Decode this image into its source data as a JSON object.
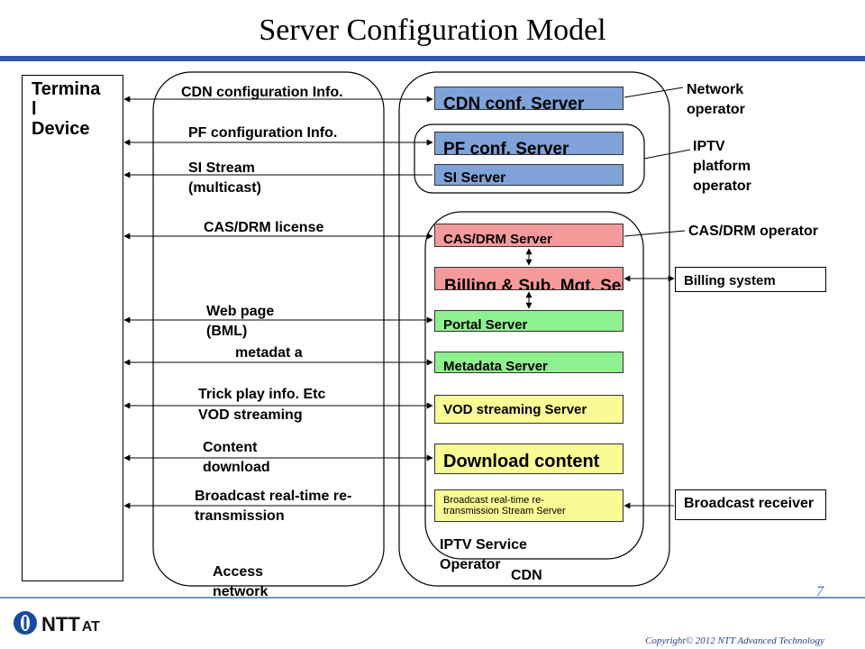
{
  "title": "Server Configuration Model",
  "terminal": {
    "line1": "Termina",
    "line2": "l",
    "line3": "Device"
  },
  "regions": {
    "access_network": "Access network",
    "cdn": "CDN",
    "iptv_service_operator": "IPTV Service Operator"
  },
  "flows": {
    "cdn_config": "CDN configuration Info.",
    "pf_config": "PF configuration Info.",
    "si_stream": "SI  Stream (multicast)",
    "cas_drm_license": "CAS/DRM license",
    "web_page": "Web page (BML)",
    "metadata": "metadat a",
    "trick_play": "Trick play info. Etc",
    "vod_streaming": "VOD streaming",
    "content_download": "Content download",
    "broadcast_retrans": "Broadcast real-time re-transmission"
  },
  "servers": {
    "cdn_conf": "CDN conf. Server",
    "pf_conf": "PF conf. Server",
    "si": "SI Server",
    "cas_drm": "CAS/DRM Server",
    "billing": "Billing & Sub. Mgt. Server",
    "portal": "Portal Server",
    "metadata": "Metadata Server",
    "vod": "VOD streaming Server",
    "download": "Download content Server",
    "broadcast": "Broadcast real-time re-transmission Stream Server"
  },
  "operators": {
    "network": "Network operator",
    "iptv_platform": "IPTV platform operator",
    "cas_drm": "CAS/DRM operator"
  },
  "external": {
    "billing_system": "Billing system",
    "broadcast_receiver": "Broadcast receiver"
  },
  "footer": {
    "page_number": "7",
    "copyright": "Copyright© 2012 NTT Advanced Technology",
    "logo_text": "NTT",
    "logo_suffix": "AT"
  },
  "colors": {
    "header_bar": "#2a57a8",
    "server_blue": "#7fa3d8",
    "server_red": "#f59a9a",
    "server_green": "#8ff08f",
    "server_yellow": "#fbfb95"
  }
}
